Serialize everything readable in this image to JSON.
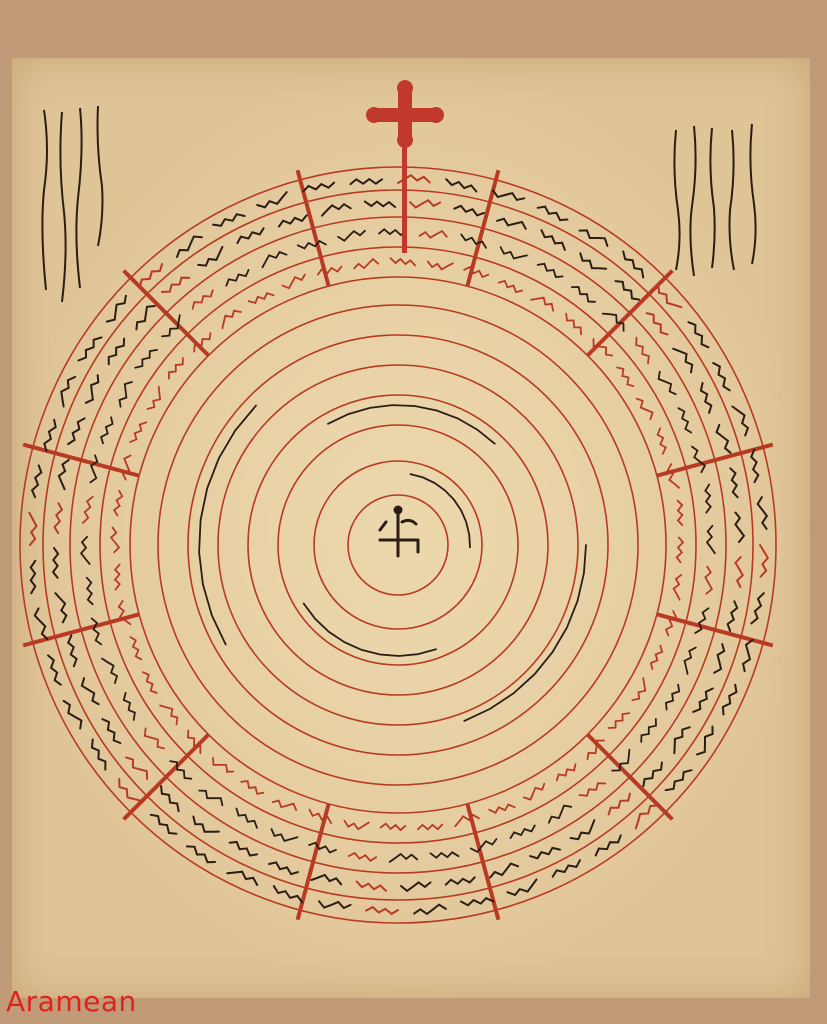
{
  "watermark": "Aramean",
  "colors": {
    "background": "#c19b78",
    "parchment": "#ecd7ad",
    "ink_red": "#b83a22",
    "ink_black": "#2a1d14",
    "watermark": "#e0231a"
  },
  "diagram": {
    "rings": 12,
    "sectors": 12,
    "symbol_top": "cross-icon",
    "symbol_center": "monogram-icon"
  }
}
